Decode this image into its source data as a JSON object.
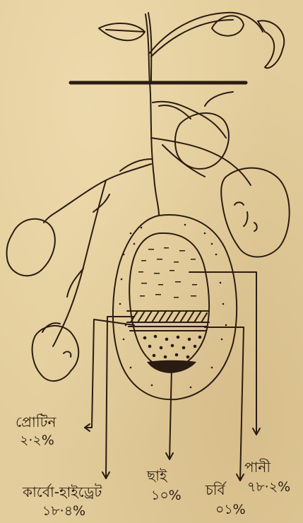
{
  "labels": {
    "protein": {
      "name": "প্রোটিন",
      "value": "২·২%"
    },
    "carbohydrate": {
      "name": "কার্বো-হাইড্রেট",
      "value": "১৮·৪%"
    },
    "ash": {
      "name": "ছাই",
      "value": "১০%"
    },
    "fat": {
      "name": "চর্বি",
      "value": "০১%"
    },
    "water": {
      "name": "পানী",
      "value": "৭৮·২%"
    }
  },
  "colors": {
    "ink": "#2a1c10",
    "paper": "#e3cd9c"
  }
}
